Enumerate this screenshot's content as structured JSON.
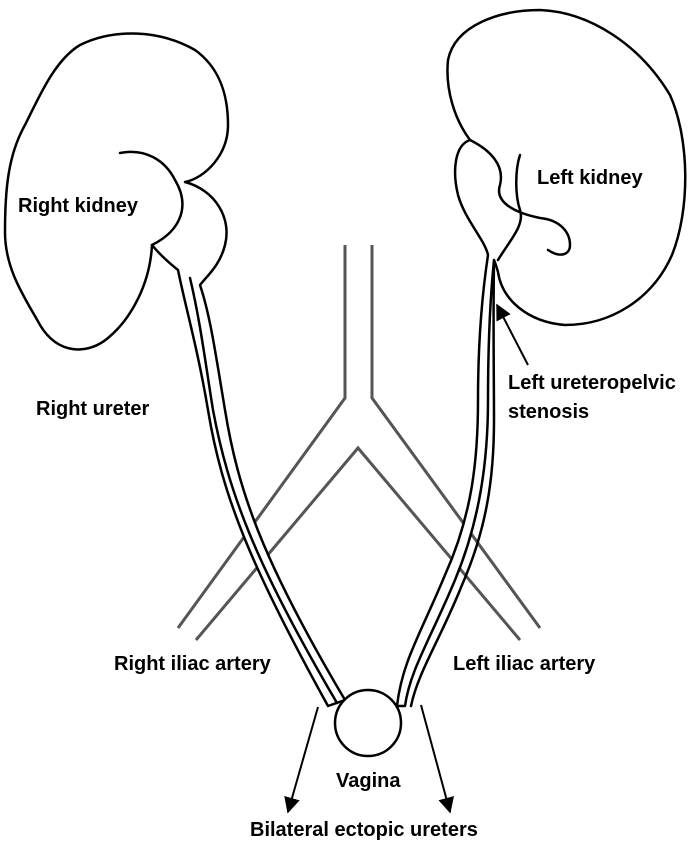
{
  "labels": {
    "right_kidney": "Right kidney",
    "left_kidney": "Left kidney",
    "right_ureter": "Right ureter",
    "left_stenosis_line1": "Left ureteropelvic",
    "left_stenosis_line2": "stenosis",
    "right_iliac": "Right iliac artery",
    "left_iliac": "Left iliac artery",
    "vagina": "Vagina",
    "ectopic": "Bilateral ectopic ureters"
  },
  "colors": {
    "outline": "#000000",
    "vessel": "#555555",
    "background": "#ffffff"
  }
}
